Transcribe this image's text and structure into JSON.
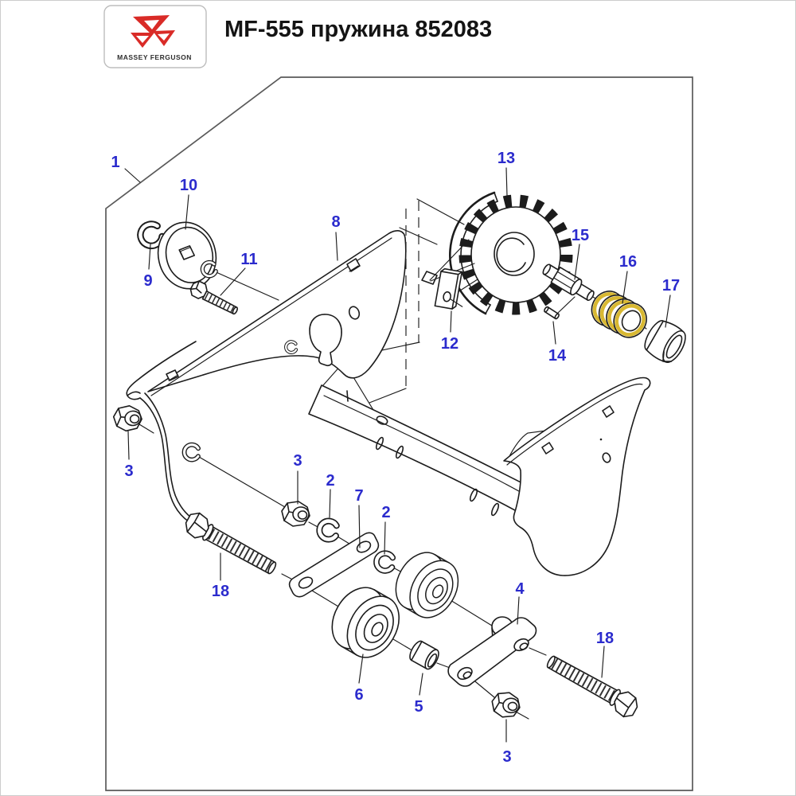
{
  "header": {
    "brand": "MASSEY FERGUSON",
    "title": "MF-555 пружина 852083"
  },
  "diagram": {
    "colors": {
      "label": "#2b2bcd",
      "line": "#1c1c1c",
      "border": "#5a5a5a",
      "highlight": "#d8b832",
      "brand-red": "#d92b27",
      "brand-text": "#2e2e2e"
    },
    "highlighted_part_label": "16",
    "labels": [
      {
        "text": "1"
      },
      {
        "text": "10"
      },
      {
        "text": "9"
      },
      {
        "text": "11"
      },
      {
        "text": "8"
      },
      {
        "text": "13"
      },
      {
        "text": "12"
      },
      {
        "text": "14"
      },
      {
        "text": "15"
      },
      {
        "text": "16"
      },
      {
        "text": "17"
      },
      {
        "text": "3"
      },
      {
        "text": "3"
      },
      {
        "text": "2"
      },
      {
        "text": "7"
      },
      {
        "text": "2"
      },
      {
        "text": "18"
      },
      {
        "text": "6"
      },
      {
        "text": "5"
      },
      {
        "text": "4"
      },
      {
        "text": "18"
      },
      {
        "text": "3"
      }
    ]
  }
}
